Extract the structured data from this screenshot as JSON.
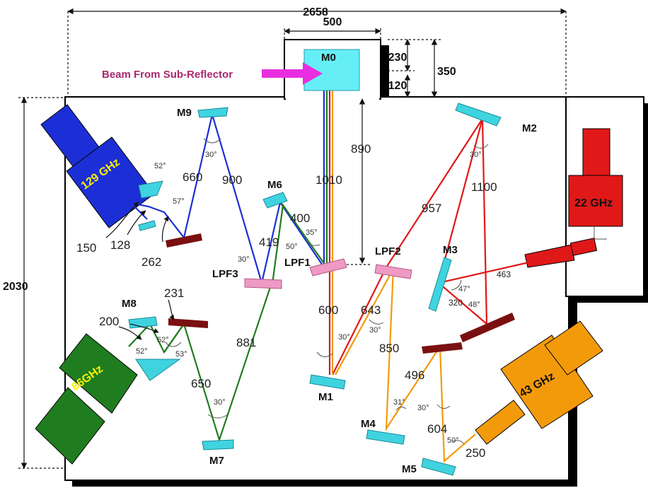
{
  "dimensions": {
    "total_width": "2658",
    "cabin_height": "2030",
    "m0_box_width": "500",
    "d230": "230",
    "d350": "350",
    "d120": "120",
    "d890": "890"
  },
  "beam_label": "Beam From Sub-Reflector",
  "mirrors": {
    "m0": "M0",
    "m1": "M1",
    "m2": "M2",
    "m3": "M3",
    "m4": "M4",
    "m5": "M5",
    "m6": "M6",
    "m7": "M7",
    "m8": "M8",
    "m9": "M9"
  },
  "filters": {
    "lpf1": "LPF1",
    "lpf2": "LPF2",
    "lpf3": "LPF3"
  },
  "receivers": {
    "r129": "129 GHz",
    "r22": "22 GHz",
    "r86": "86GHz",
    "r43": "43 GHz"
  },
  "path_lengths": {
    "p1010": "1010",
    "p600": "600",
    "p957": "957",
    "p1100": "1100",
    "p463": "463",
    "p320": "320",
    "p643": "643",
    "p850": "850",
    "p496": "496",
    "p604": "604",
    "p250": "250",
    "p881": "881",
    "p419": "419",
    "p400": "400",
    "p650": "650",
    "p231": "231",
    "p200": "200",
    "p660": "660",
    "p900": "900",
    "p150": "150",
    "p128": "128",
    "p262": "262"
  },
  "angles": {
    "a30_m9": "30°",
    "a30_m2": "30°",
    "a35": "35°",
    "a50_m6": "50°",
    "a30_lpf3": "30°",
    "a30_m1": "30°",
    "a30_lpf2": "30°",
    "a47": "47°",
    "a48": "48°",
    "a31": "31°",
    "a30_m5mir": "30°",
    "a50_m5": "50°",
    "a30_m7": "30°",
    "a52_a": "52°",
    "a52_b": "52°",
    "a53": "53°",
    "a52_129": "52°",
    "a57": "57°"
  },
  "colors": {
    "w_band": "#1c2fd6",
    "d_band": "#1f7d1f",
    "q_band": "#f39a0b",
    "k_band": "#e01818",
    "mirror": "#3fd3e0",
    "filter": "#ee9ac4",
    "flat_mirror": "#7a1010",
    "beam_arrow": "#e82ee0",
    "m0_box": "#66eef7",
    "beam_label": "#a8286e"
  }
}
